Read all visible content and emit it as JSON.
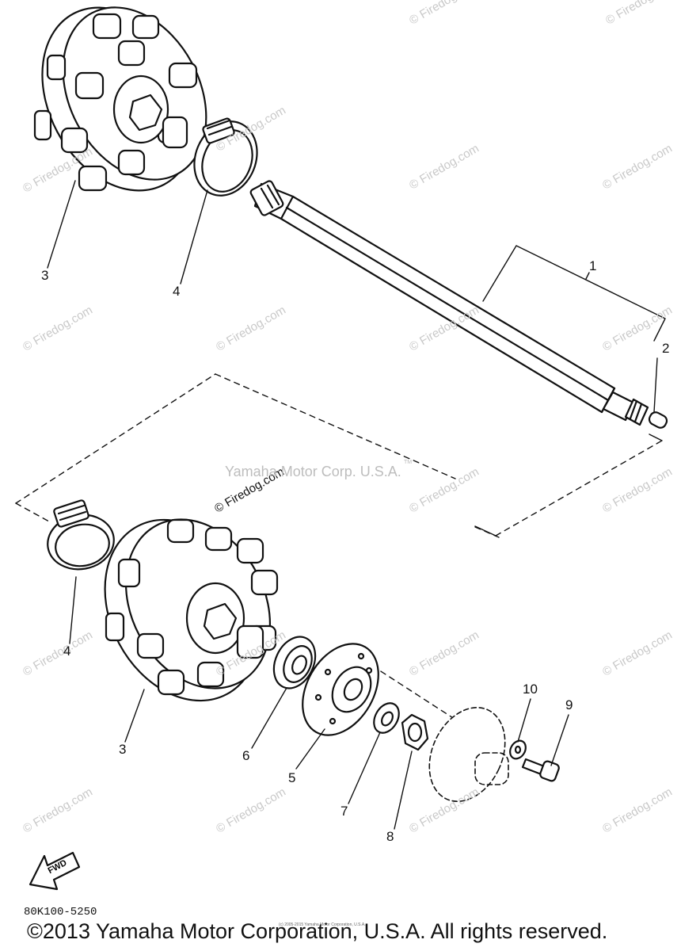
{
  "watermark": {
    "text": "© Firedog.com",
    "brand": "Yamaha Motor Corp. U.S.A.",
    "tm": "TM",
    "tiny": "(c) 2005-2015 Yamaha Motor Corporation, U.S.A."
  },
  "callouts": {
    "c1": "1",
    "c2": "2",
    "c3a": "3",
    "c3b": "3",
    "c4a": "4",
    "c4b": "4",
    "c5": "5",
    "c6": "6",
    "c7": "7",
    "c8": "8",
    "c9": "9",
    "c10": "10"
  },
  "fwd": "FWD",
  "part_code": "80K100-5250",
  "copyright": "©2013 Yamaha Motor Corporation, U.S.A. All rights reserved."
}
